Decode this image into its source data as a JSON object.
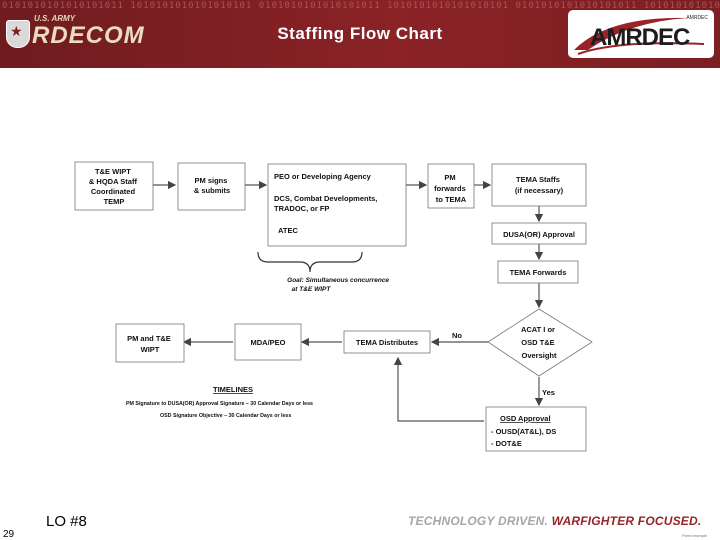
{
  "header": {
    "title": "Staffing Flow Chart",
    "left_logo": {
      "small_text": "U.S. ARMY",
      "main_text": "RDECOM",
      "binary_pattern": "0101010101010101011 1010101010101010101 0101010101010101011 1010101010101010101 0101010101010101011 1010101010101010101"
    },
    "right_logo": {
      "text": "AMRDEC",
      "tiny": "AMRDEC"
    }
  },
  "flow": {
    "te_wipt": [
      "T&E WIPT",
      "& HQDA Staff",
      "Coordinated",
      "TEMP"
    ],
    "pm_signs": [
      "PM signs",
      "& submits"
    ],
    "peo_group": {
      "peo": "PEO or Developing Agency",
      "dcs": [
        "DCS, Combat Developments,",
        "TRADOC, or FP"
      ],
      "atec": "ATEC"
    },
    "goal": [
      "Goal: Simultaneous concurrence",
      "at T&E WIPT"
    ],
    "pm_forwards": [
      "PM",
      "forwards",
      "to TEMA"
    ],
    "tema_staffs": [
      "TEMA Staffs",
      "(if necessary)"
    ],
    "dusa_approval": "DUSA(OR) Approval",
    "tema_forwards": "TEMA Forwards",
    "decision": [
      "ACAT I or",
      "OSD T&E",
      "Oversight"
    ],
    "no_label": "No",
    "yes_label": "Yes",
    "tema_distributes": "TEMA Distributes",
    "mda_peo": "MDA/PEO",
    "pm_te_wipt": [
      "PM and T&E",
      "WIPT"
    ],
    "osd": {
      "title": "OSD Approval",
      "items": [
        "- OUSD(AT&L), DS",
        "- DOT&E"
      ]
    },
    "timelines": {
      "title": "TIMELINES",
      "line1": "PM Signature to DUSA(OR) Approval Signature – 30 Calendar Days or less",
      "line2": "OSD Signature Objective – 30 Calendar Days or less"
    }
  },
  "footer": {
    "lo": "LO #8",
    "page": "29",
    "tag_grey": "TECHNOLOGY DRIVEN.",
    "tag_red": "WARFIGHTER FOCUSED.",
    "footnote": "Fleet example"
  },
  "colors": {
    "header": "#8a2226",
    "tagline_red": "#9a2328",
    "tagline_grey": "#a6a6a6"
  }
}
